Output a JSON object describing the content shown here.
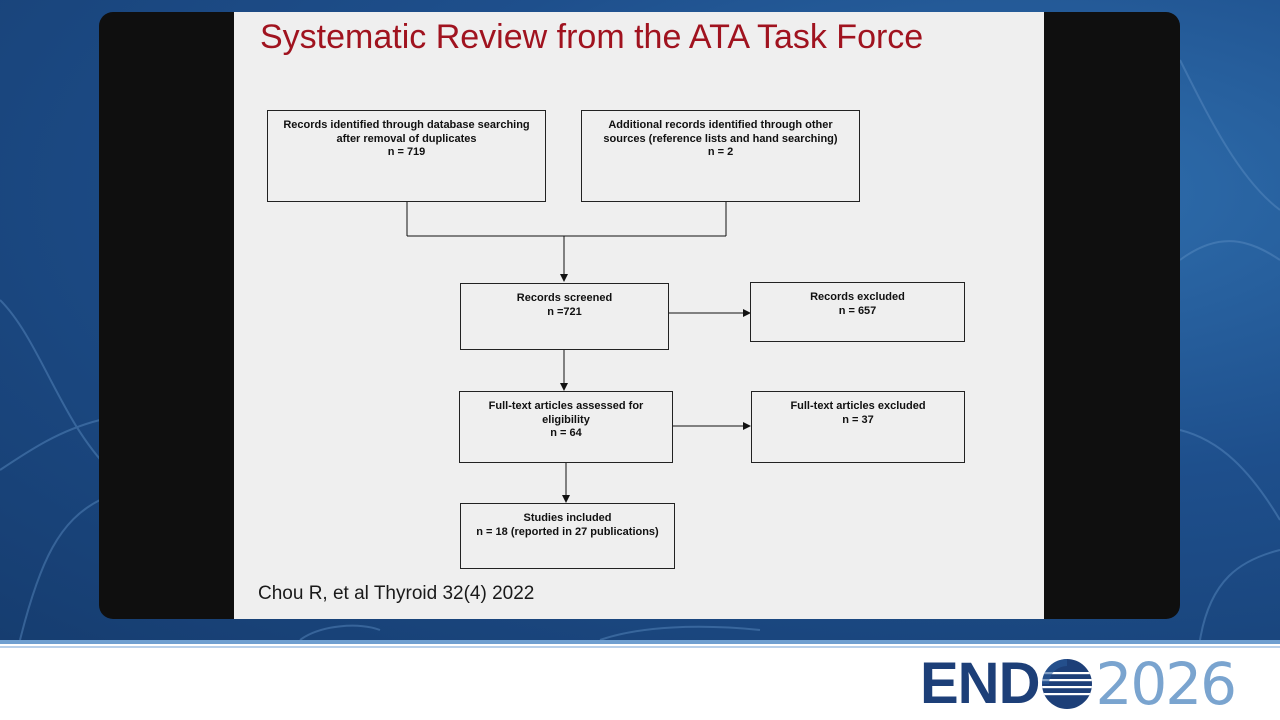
{
  "slide": {
    "title": "Systematic Review from the ATA Task Force",
    "citation": "Chou R, et al Thyroid 32(4) 2022"
  },
  "flowchart": {
    "identified_db": {
      "lines": [
        "Records identified through database searching",
        "after removal of duplicates",
        "n = 719"
      ]
    },
    "identified_other": {
      "lines": [
        "Additional records identified through other",
        "sources (reference lists and hand searching)",
        "n = 2"
      ]
    },
    "screened": {
      "lines": [
        "Records screened",
        "n =721"
      ]
    },
    "excluded_records": {
      "lines": [
        "Records excluded",
        "n = 657"
      ]
    },
    "fulltext_assessed": {
      "lines": [
        "Full-text articles assessed for",
        "eligibility",
        "n = 64"
      ]
    },
    "fulltext_excluded": {
      "lines": [
        "Full-text articles excluded",
        "n = 37"
      ]
    },
    "included": {
      "lines": [
        "Studies included",
        "n = 18 (reported in 27 publications)"
      ]
    }
  },
  "branding": {
    "logo_left": "END",
    "logo_right": "2026",
    "colors": {
      "navy": "#1d3f78",
      "light_blue": "#7aa4cf",
      "title_red": "#a0131f"
    }
  }
}
